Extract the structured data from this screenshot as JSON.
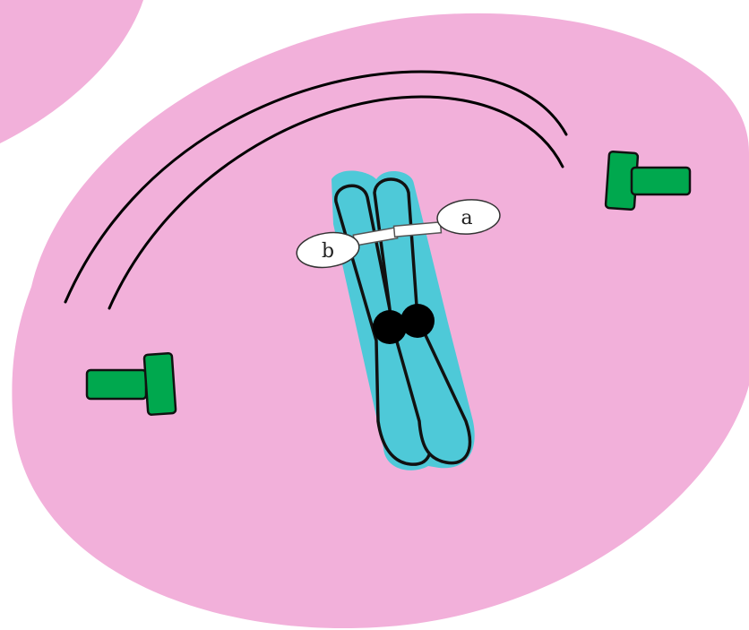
{
  "diagram": {
    "colors": {
      "background": "#ffffff",
      "cell": "#f2b0da",
      "neighbor_cell": "#f2b0da",
      "chromatid": "#4ec9d8",
      "outline": "#111111",
      "centromere": "#000000",
      "centriole": "#00a84e",
      "spindle_line": "#000000",
      "tag": "#ffffff"
    },
    "allele_tags": [
      {
        "text": "b",
        "side": "left"
      },
      {
        "text": "a",
        "side": "right"
      }
    ],
    "parts": [
      "cell",
      "neighbor-cell",
      "chromosome",
      "centromere",
      "centriole-pair",
      "spindle-fibers",
      "allele-tags"
    ]
  }
}
